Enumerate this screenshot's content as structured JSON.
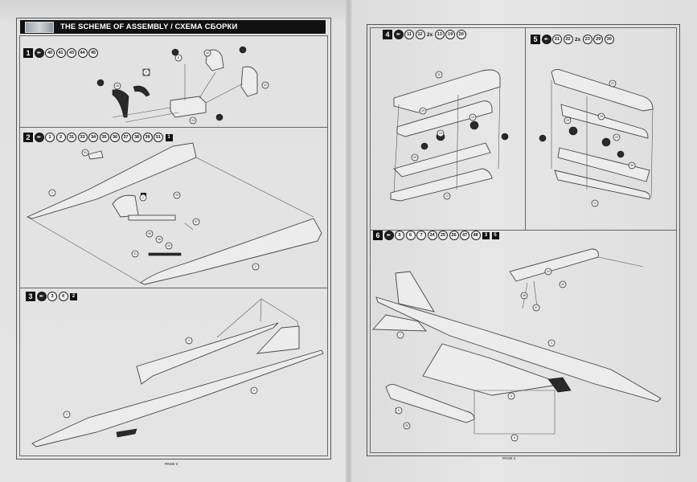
{
  "document": {
    "header_title": "THE SCHEME OF ASSEMBLY / СХЕМА СБОРКИ",
    "logo_icon": "brand-logo",
    "left_page_label": "PAGE 3",
    "right_page_label": "PAGE 4"
  },
  "steps": [
    {
      "number": "1",
      "glue": "glue-icon",
      "parts": [
        "40",
        "41",
        "43",
        "44",
        "45"
      ],
      "multiplier": "",
      "parts_after": [],
      "refs": []
    },
    {
      "number": "2",
      "glue": "glue-icon",
      "parts": [
        "1",
        "2",
        "31",
        "33",
        "34",
        "35",
        "36",
        "37",
        "38",
        "39",
        "51"
      ],
      "multiplier": "",
      "parts_after": [],
      "refs": [
        "1"
      ]
    },
    {
      "number": "3",
      "glue": "glue-icon",
      "parts": [
        "3",
        "4"
      ],
      "multiplier": "",
      "parts_after": [],
      "refs": [
        "2"
      ]
    },
    {
      "number": "4",
      "glue": "glue-icon",
      "parts": [
        "11",
        "12"
      ],
      "multiplier": "2x",
      "parts_after": [
        "13",
        "19",
        "20"
      ],
      "refs": []
    },
    {
      "number": "5",
      "glue": "glue-icon",
      "parts": [
        "21",
        "22"
      ],
      "multiplier": "2x",
      "parts_after": [
        "23",
        "29",
        "30"
      ],
      "refs": []
    },
    {
      "number": "6",
      "glue": "glue-icon",
      "parts": [
        "5",
        "6",
        "7",
        "24",
        "25",
        "26",
        "47",
        "48"
      ],
      "multiplier": "",
      "parts_after": [],
      "refs": [
        "3",
        "5"
      ]
    }
  ],
  "callouts": {
    "step1": [
      "45",
      "2",
      "E",
      "42",
      "41",
      "43"
    ],
    "step2": [
      "51",
      "1",
      "1",
      "33",
      "31",
      "36",
      "35",
      "34",
      "37",
      "2"
    ],
    "step3": [
      "3",
      "4",
      "2"
    ],
    "step4": [
      "11",
      "19",
      "13",
      "13",
      "20",
      "12"
    ],
    "step5": [
      "22",
      "29",
      "23",
      "23",
      "30",
      "21"
    ],
    "step6": [
      "24",
      "25",
      "48",
      "47",
      "7",
      "3",
      "5",
      "5",
      "26",
      "6"
    ]
  }
}
